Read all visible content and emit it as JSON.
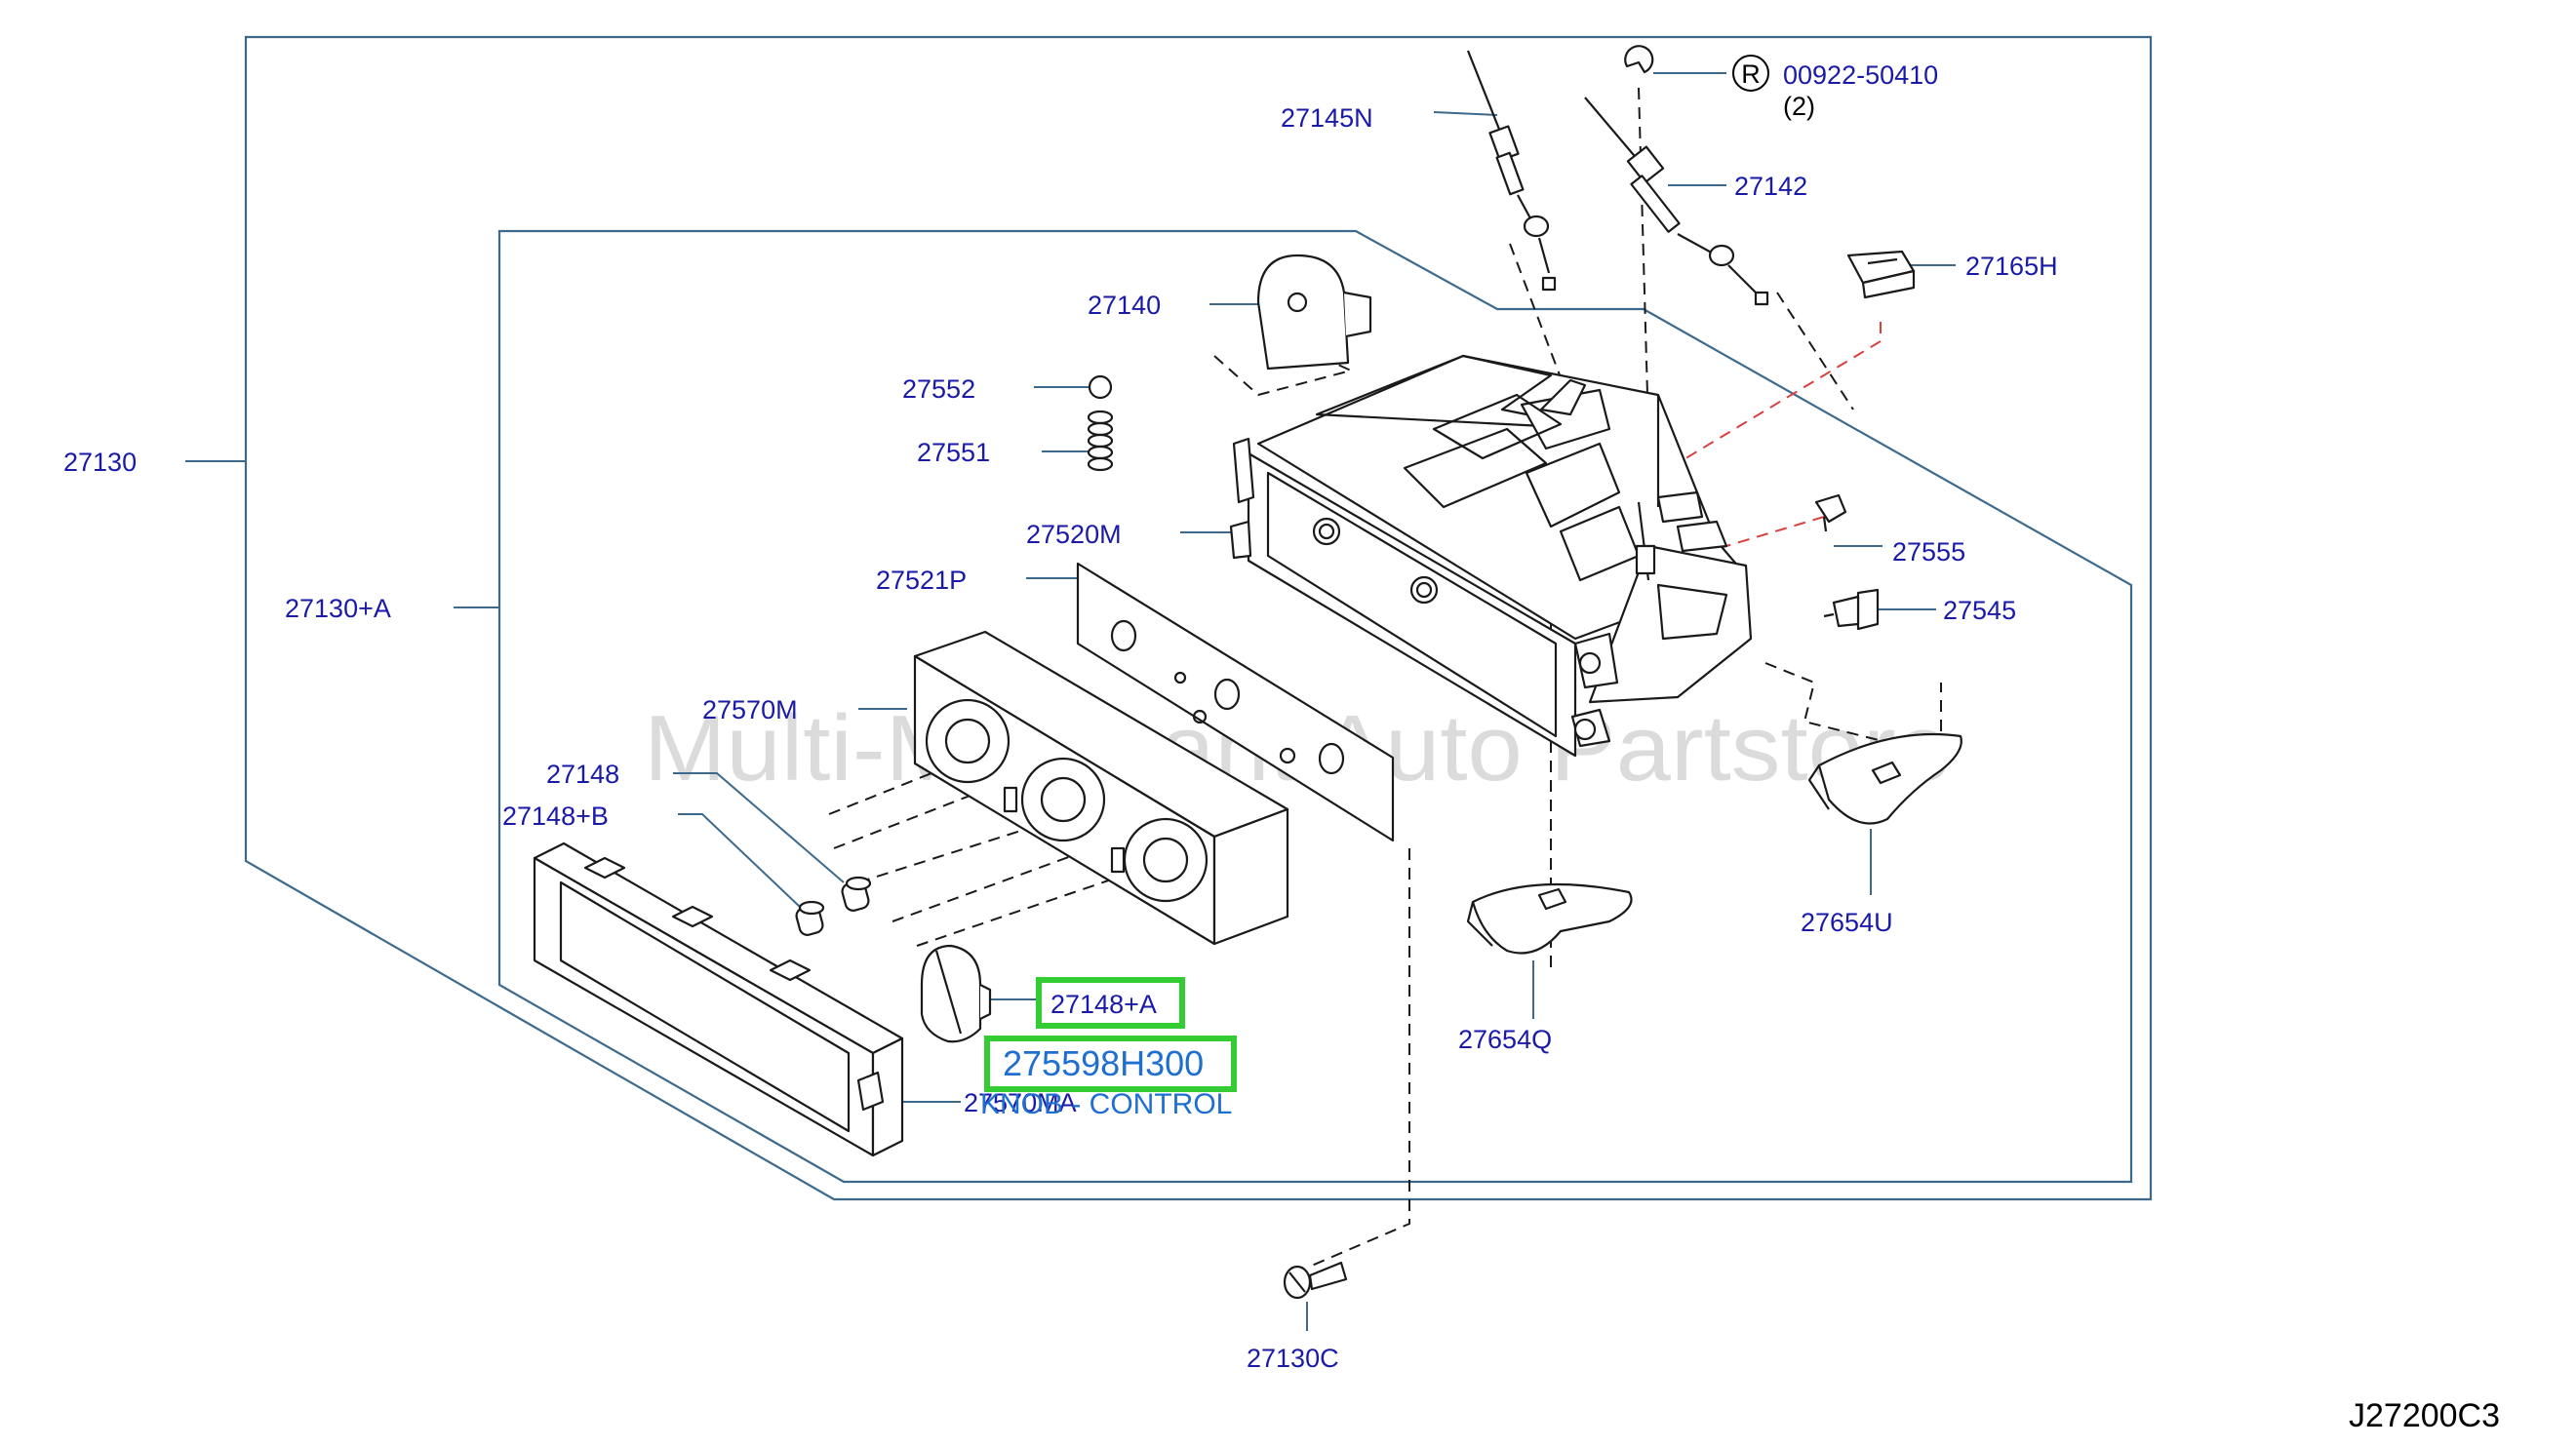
{
  "diagram": {
    "code": "J27200C3",
    "watermark": "Multi-Merchant Auto Partstore",
    "reference_part": {
      "circle_letter": "R",
      "number": "00922-50410",
      "qty": "(2)"
    },
    "labels": {
      "p27145N": "27145N",
      "p27142": "27142",
      "p27165H": "27165H",
      "p27140": "27140",
      "p27552": "27552",
      "p27551": "27551",
      "p27130": "27130",
      "p27520M": "27520M",
      "p27555": "27555",
      "p27521P": "27521P",
      "p27545": "27545",
      "p27130A": "27130+A",
      "p27570M": "27570M",
      "p27148": "27148",
      "p27148B": "27148+B",
      "p27654U": "27654U",
      "p27148A": "27148+A",
      "p27654Q": "27654Q",
      "p27570MA": "27570MA",
      "p27130C": "27130C"
    },
    "highlight": {
      "part_number": "275598H300",
      "description": "KNOB - CONTROL"
    },
    "colors": {
      "label_text": "#1a1aa8",
      "frame_line": "#3d6a8c",
      "highlight_border": "#33cc33",
      "highlight_text": "#1f6fd1",
      "electrical_dash": "#d84040"
    }
  }
}
